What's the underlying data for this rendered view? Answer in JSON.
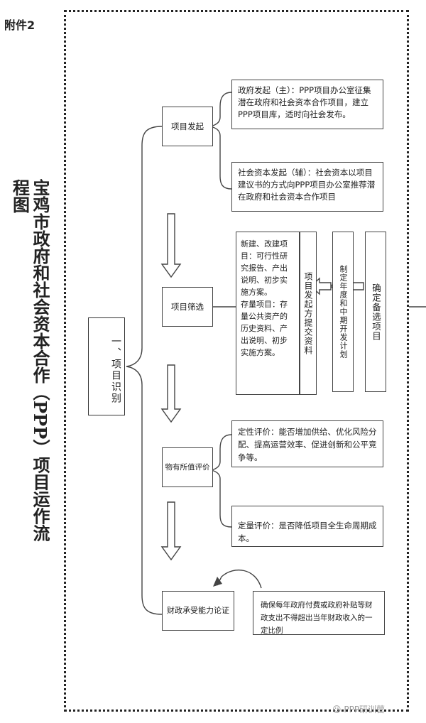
{
  "attachment_label": "附件2",
  "main_title": "宝鸡市政府和社会资本合作（PPP）项目运作流程图",
  "stage": {
    "label": "一、项目识别"
  },
  "steps": {
    "initiation": {
      "label": "项目发起",
      "gov": "政府发起（主）：PPP项目办公室征集潜在政府和社会资本合作项目，建立PPP项目库，适时向社会发布。",
      "social": "社会资本发起（辅）：社会资本以项目建议书的方式向PPP项目办公室推荐潜在政府和社会资本合作项目"
    },
    "screening": {
      "label": "项目筛选",
      "detail_new": "新建、改建项目：可行性研究报告、产出说明、初步实施方案。",
      "detail_stock": "存量项目：存量公共资产的历史资料、产出说明、初步实施方案。",
      "submit": "项目发起方提交资料",
      "plan": "制定年度和中期开发计划",
      "confirm": "确定备选项目"
    },
    "vfm": {
      "label": "物有所值评价",
      "qualitative": "定性评价：能否增加供给、优化风险分配、提高运营效率、促进创新和公平竞争等。",
      "quantitative": "定量评价：是否降低项目全生命周期成本。"
    },
    "fiscal": {
      "label": "财政承受能力论证",
      "detail": "确保每年政府付费或政府补贴等财政支出不得超出当年财政收入的一定比例"
    }
  },
  "watermark": "PPP研训营"
}
